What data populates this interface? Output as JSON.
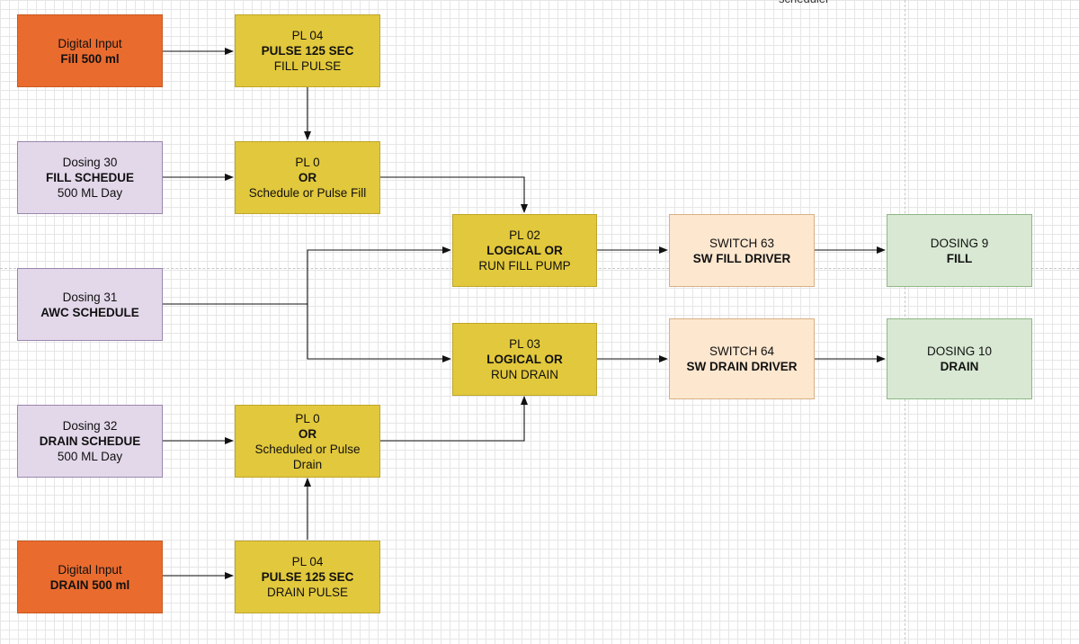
{
  "partial_top_text": "scheduler",
  "nodes": {
    "di_fill": {
      "l1": "Digital Input",
      "l2": "Fill 500 ml"
    },
    "pl04_fill": {
      "l1": "PL 04",
      "l2": "PULSE 125 SEC",
      "l3": "FILL PULSE"
    },
    "dosing30": {
      "l1": "Dosing 30",
      "l2": "FILL SCHEDUE",
      "l3": "500 ML Day"
    },
    "pl0_fill": {
      "l1": "PL 0",
      "l2": "OR",
      "l3": "Schedule or Pulse Fill"
    },
    "pl02": {
      "l1": "PL 02",
      "l2": "LOGICAL OR",
      "l3": "RUN FILL PUMP"
    },
    "switch63": {
      "l1": "SWITCH 63",
      "l2": "SW FILL DRIVER"
    },
    "dosing9": {
      "l1": "DOSING 9",
      "l2": "FILL"
    },
    "dosing31": {
      "l1": "Dosing 31",
      "l2": "AWC SCHEDULE"
    },
    "pl03": {
      "l1": "PL 03",
      "l2": "LOGICAL OR",
      "l3": "RUN DRAIN"
    },
    "switch64": {
      "l1": "SWITCH 64",
      "l2": "SW DRAIN DRIVER"
    },
    "dosing10": {
      "l1": "DOSING 10",
      "l2": "DRAIN"
    },
    "dosing32": {
      "l1": "Dosing 32",
      "l2": "DRAIN SCHEDUE",
      "l3": "500 ML Day"
    },
    "pl0_drain": {
      "l1": "PL 0",
      "l2": "OR",
      "l3": "Scheduled or Pulse",
      "l4": "Drain"
    },
    "di_drain": {
      "l1": "Digital Input",
      "l2": "DRAIN 500 ml"
    },
    "pl04_drain": {
      "l1": "PL 04",
      "l2": "PULSE 125 SEC",
      "l3": "DRAIN PULSE"
    }
  }
}
